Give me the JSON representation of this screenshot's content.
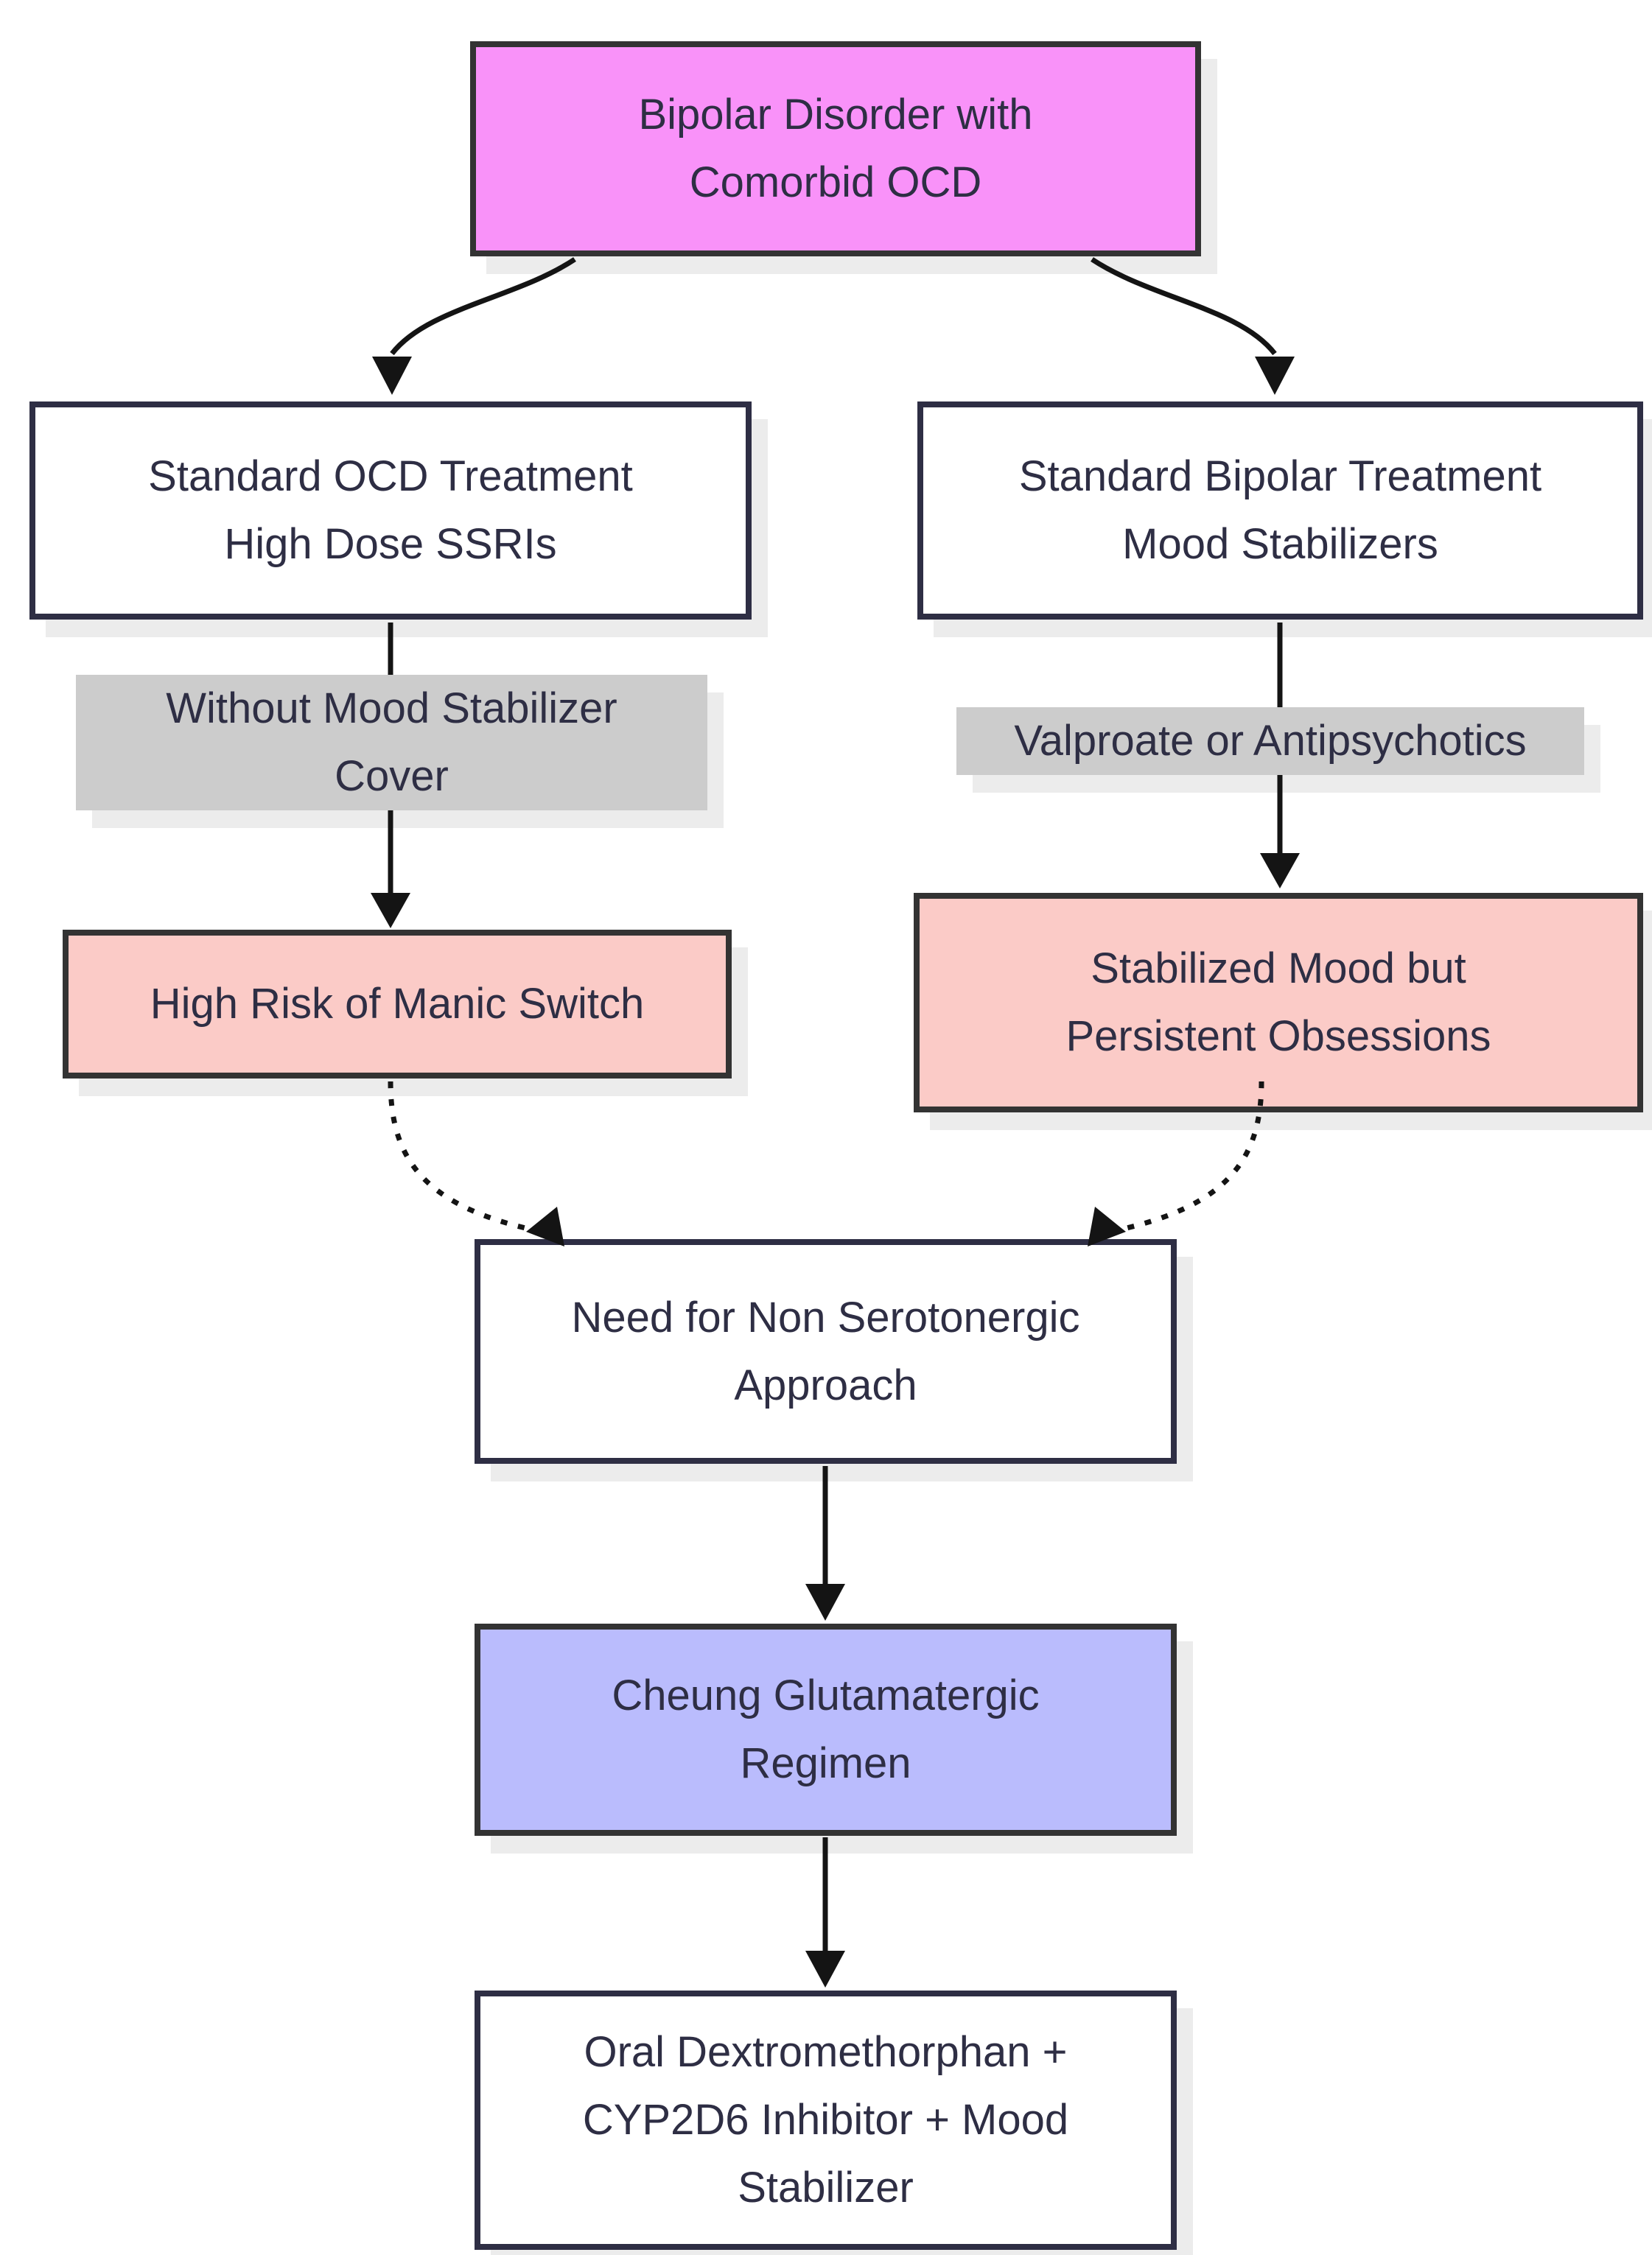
{
  "diagram_type": "flowchart",
  "background": "#ffffff",
  "colors": {
    "root_fill": "#f992f9",
    "risk_fill": "#fbcbc7",
    "regimen_fill": "#babcfd",
    "edge_label_fill": "#cccccc",
    "plain_fill": "#ffffff",
    "colored_node_border": "#333333",
    "plain_node_border": "#2e2e44",
    "text": "#2e2e44",
    "edge_stroke": "#141414",
    "shadow": "#ececec"
  },
  "nodes": {
    "root": {
      "lines": [
        "Bipolar Disorder with",
        "Comorbid OCD"
      ],
      "fill": "#f992f9"
    },
    "standard_ocd": {
      "lines": [
        "Standard OCD Treatment",
        "High Dose SSRIs"
      ],
      "fill": "#ffffff"
    },
    "standard_bipolar": {
      "lines": [
        "Standard Bipolar Treatment",
        "Mood Stabilizers"
      ],
      "fill": "#ffffff"
    },
    "high_risk": {
      "lines": [
        "High Risk of Manic Switch"
      ],
      "fill": "#fbcbc7"
    },
    "stabilized": {
      "lines": [
        "Stabilized Mood but",
        "Persistent Obsessions"
      ],
      "fill": "#fbcbc7"
    },
    "need": {
      "lines": [
        "Need for Non Serotonergic",
        "Approach"
      ],
      "fill": "#ffffff"
    },
    "cheung": {
      "lines": [
        "Cheung Glutamatergic",
        "Regimen"
      ],
      "fill": "#babcfd"
    },
    "final": {
      "lines": [
        "Oral Dextromethorphan +",
        "CYP2D6 Inhibitor + Mood",
        "Stabilizer"
      ],
      "fill": "#ffffff"
    }
  },
  "edge_labels": {
    "left": {
      "lines": [
        "Without Mood Stabilizer",
        "Cover"
      ]
    },
    "right": {
      "lines": [
        "Valproate or Antipsychotics"
      ]
    }
  },
  "edges": [
    {
      "from": "root",
      "to": "standard_ocd",
      "style": "solid"
    },
    {
      "from": "root",
      "to": "standard_bipolar",
      "style": "solid"
    },
    {
      "from": "standard_ocd",
      "to": "high_risk",
      "style": "solid",
      "label": "Without Mood Stabilizer Cover"
    },
    {
      "from": "standard_bipolar",
      "to": "stabilized",
      "style": "solid",
      "label": "Valproate or Antipsychotics"
    },
    {
      "from": "high_risk",
      "to": "need",
      "style": "dotted"
    },
    {
      "from": "stabilized",
      "to": "need",
      "style": "dotted"
    },
    {
      "from": "need",
      "to": "cheung",
      "style": "solid"
    },
    {
      "from": "cheung",
      "to": "final",
      "style": "solid"
    }
  ]
}
